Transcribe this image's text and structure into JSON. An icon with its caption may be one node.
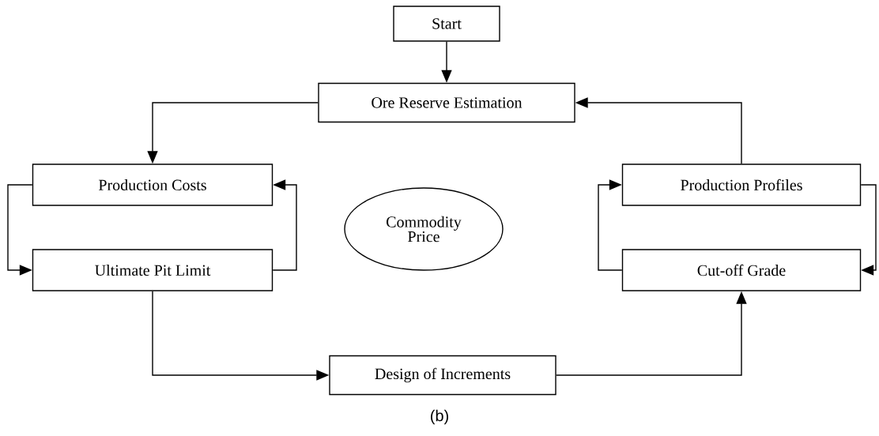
{
  "diagram": {
    "caption": "(b)",
    "nodes": [
      {
        "text": [
          "Start"
        ]
      },
      {
        "text": [
          "Ore Reserve Estimation"
        ]
      },
      {
        "text": [
          "Production Costs"
        ]
      },
      {
        "text": [
          "Ultimate Pit Limit"
        ]
      },
      {
        "text": [
          "Commodity Price"
        ]
      },
      {
        "text": [
          "Production Profiles"
        ]
      },
      {
        "text": [
          "Cut-off Grade"
        ]
      },
      {
        "text": [
          "Design of Increments"
        ]
      }
    ],
    "edges": [
      {
        "from": 0,
        "to": 1,
        "arrow": "to"
      },
      {
        "from": 1,
        "to": 2,
        "arrow": "to"
      },
      {
        "from": 5,
        "to": 1,
        "arrow": "to"
      },
      {
        "from": 2,
        "to": 3,
        "arrow": "to"
      },
      {
        "from": 3,
        "to": 2,
        "arrow": "to"
      },
      {
        "from": 3,
        "to": 7,
        "arrow": "to"
      },
      {
        "from": 7,
        "to": 6,
        "arrow": "to"
      },
      {
        "from": 6,
        "to": 5,
        "arrow": "to"
      },
      {
        "from": 5,
        "to": 6,
        "arrow": "to"
      }
    ]
  }
}
